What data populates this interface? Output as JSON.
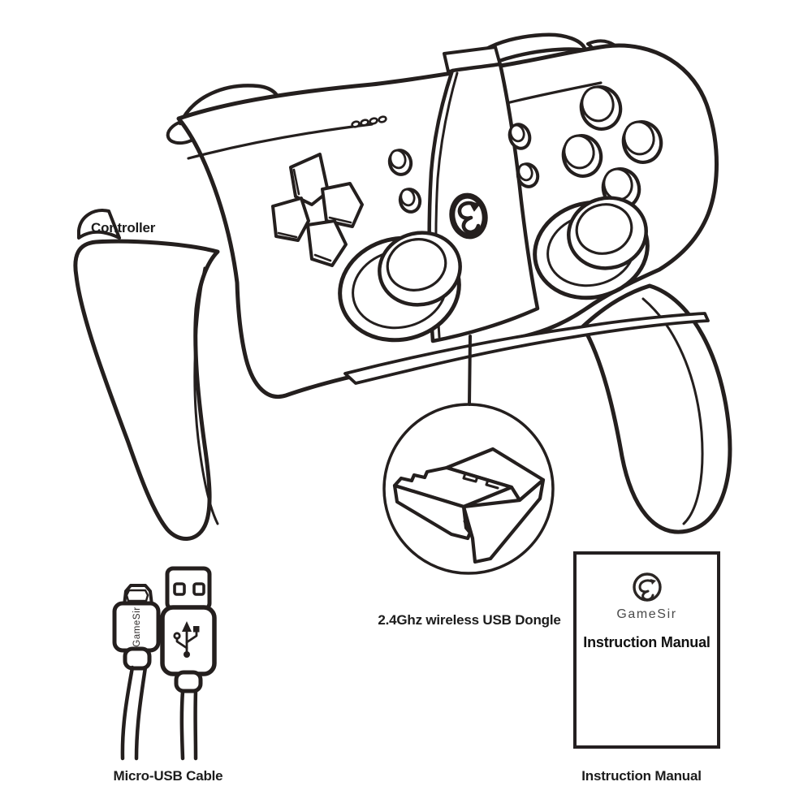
{
  "colors": {
    "background": "#ffffff",
    "line": "#241f1e",
    "text": "#1c1c1c"
  },
  "diagram": {
    "controller": {
      "label": "Controller"
    },
    "dongle": {
      "label": "2.4Ghz wireless USB Dongle"
    },
    "cable": {
      "label": "Micro-USB Cable",
      "connector_text": "GameSir"
    },
    "manual": {
      "brand": "GameSir",
      "cover_title": "Instruction Manual",
      "caption": "Instruction Manual"
    }
  }
}
